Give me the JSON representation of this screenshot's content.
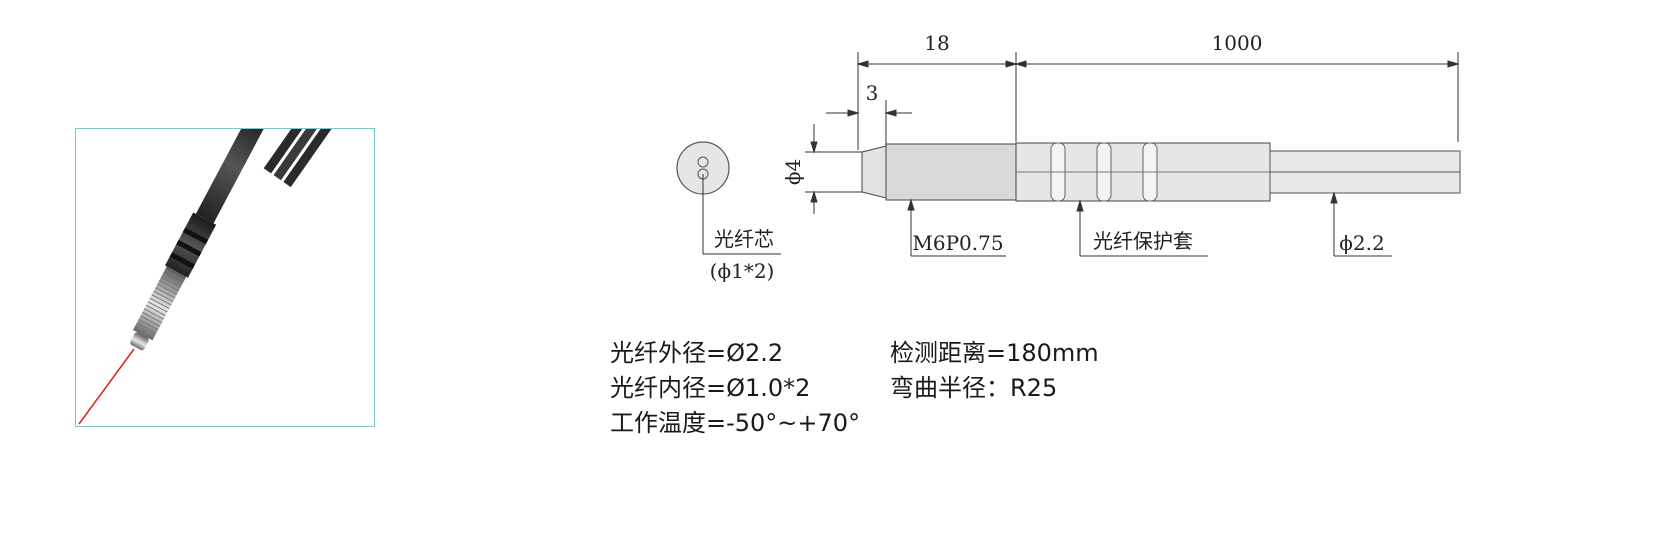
{
  "photo": {
    "alt": "fiber optic sensor head photo"
  },
  "dimensions": {
    "dim_18": "18",
    "dim_1000": "1000",
    "dim_3": "3",
    "dim_phi4": "ϕ4"
  },
  "labels": {
    "core": "光纤芯",
    "core_spec": "(ϕ1*2)",
    "thread": "M6P0.75",
    "sleeve": "光纤保护套",
    "cable_dia": "ϕ2.2"
  },
  "specs": {
    "outer_diameter": "光纤外径=Ø2.2",
    "inner_diameter": "光纤内径=Ø1.0*2",
    "temperature": "工作温度=-50°~+70°",
    "distance": "检测距离=180mm",
    "bend_radius": "弯曲半径：R25"
  },
  "colors": {
    "frame": "#7fc6c6",
    "line": "#333333",
    "body_fill": "#e2e2e2",
    "laser": "#e0201a"
  }
}
